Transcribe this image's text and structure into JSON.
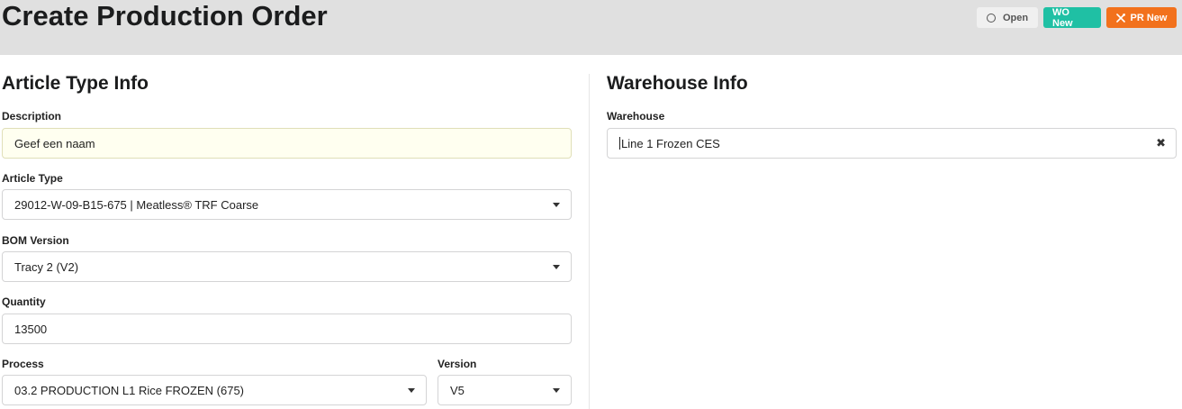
{
  "header": {
    "title": "Create Production Order",
    "badges": {
      "open": "Open",
      "wo_new": "WO New",
      "pr_new": "PR New"
    }
  },
  "article_type_info": {
    "title": "Article Type Info",
    "description": {
      "label": "Description",
      "value": "Geef een naam"
    },
    "article_type": {
      "label": "Article Type",
      "value": "29012-W-09-B15-675 | Meatless® TRF Coarse"
    },
    "bom_version": {
      "label": "BOM Version",
      "value": "Tracy 2 (V2)"
    },
    "quantity": {
      "label": "Quantity",
      "value": "13500"
    },
    "process": {
      "label": "Process",
      "value": "03.2 PRODUCTION L1 Rice FROZEN (675)"
    },
    "version": {
      "label": "Version",
      "value": "V5"
    }
  },
  "warehouse_info": {
    "title": "Warehouse Info",
    "warehouse": {
      "label": "Warehouse",
      "value": "Line 1 Frozen CES"
    }
  },
  "icons": {
    "open": "circle-outline-icon",
    "pr_new": "tools-icon",
    "dropdown": "caret-down-icon",
    "clear": "close-icon"
  },
  "colors": {
    "header_bg": "#e0e0e0",
    "wo_new": "#1fc0a4",
    "pr_new": "#f2711c",
    "description_bg": "#fffff0"
  }
}
